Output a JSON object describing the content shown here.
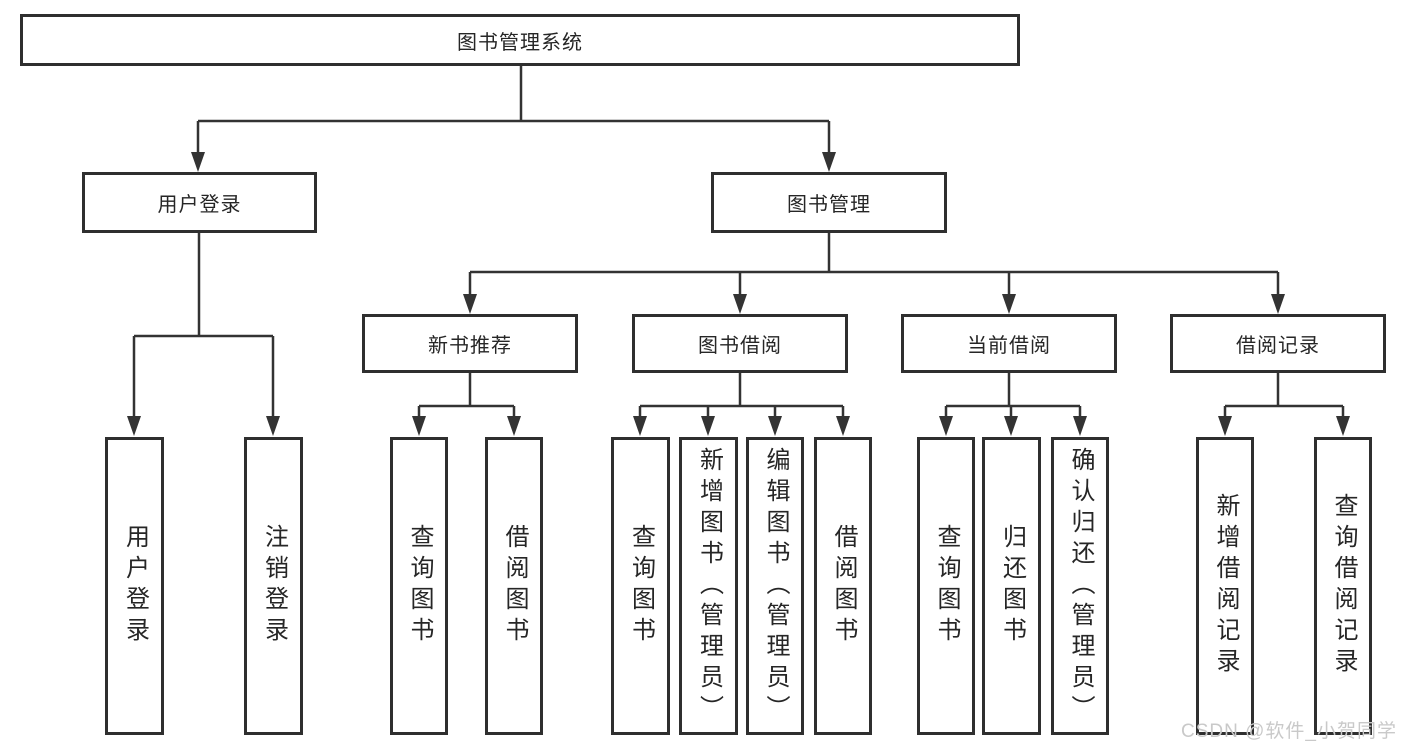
{
  "watermark": "CSDN @软件_小贺同学",
  "colors": {
    "line": "#333333",
    "box_border": "#2f2f2f",
    "box_fill": "#ffffff",
    "text": "#262626",
    "watermark": "#c9c9c9"
  },
  "tree": {
    "label": "图书管理系统",
    "children": [
      {
        "label": "用户登录",
        "children": [
          {
            "label": "用户登录"
          },
          {
            "label": "注销登录"
          }
        ]
      },
      {
        "label": "图书管理",
        "children": [
          {
            "label": "新书推荐",
            "children": [
              {
                "label": "查询图书"
              },
              {
                "label": "借阅图书"
              }
            ]
          },
          {
            "label": "图书借阅",
            "children": [
              {
                "label": "查询图书"
              },
              {
                "label": "新增图书（管理员）"
              },
              {
                "label": "编辑图书（管理员）"
              },
              {
                "label": "借阅图书"
              }
            ]
          },
          {
            "label": "当前借阅",
            "children": [
              {
                "label": "查询图书"
              },
              {
                "label": "归还图书"
              },
              {
                "label": "确认归还（管理员）"
              }
            ]
          },
          {
            "label": "借阅记录",
            "children": [
              {
                "label": "新增借阅记录"
              },
              {
                "label": "查询借阅记录"
              }
            ]
          }
        ]
      }
    ]
  }
}
